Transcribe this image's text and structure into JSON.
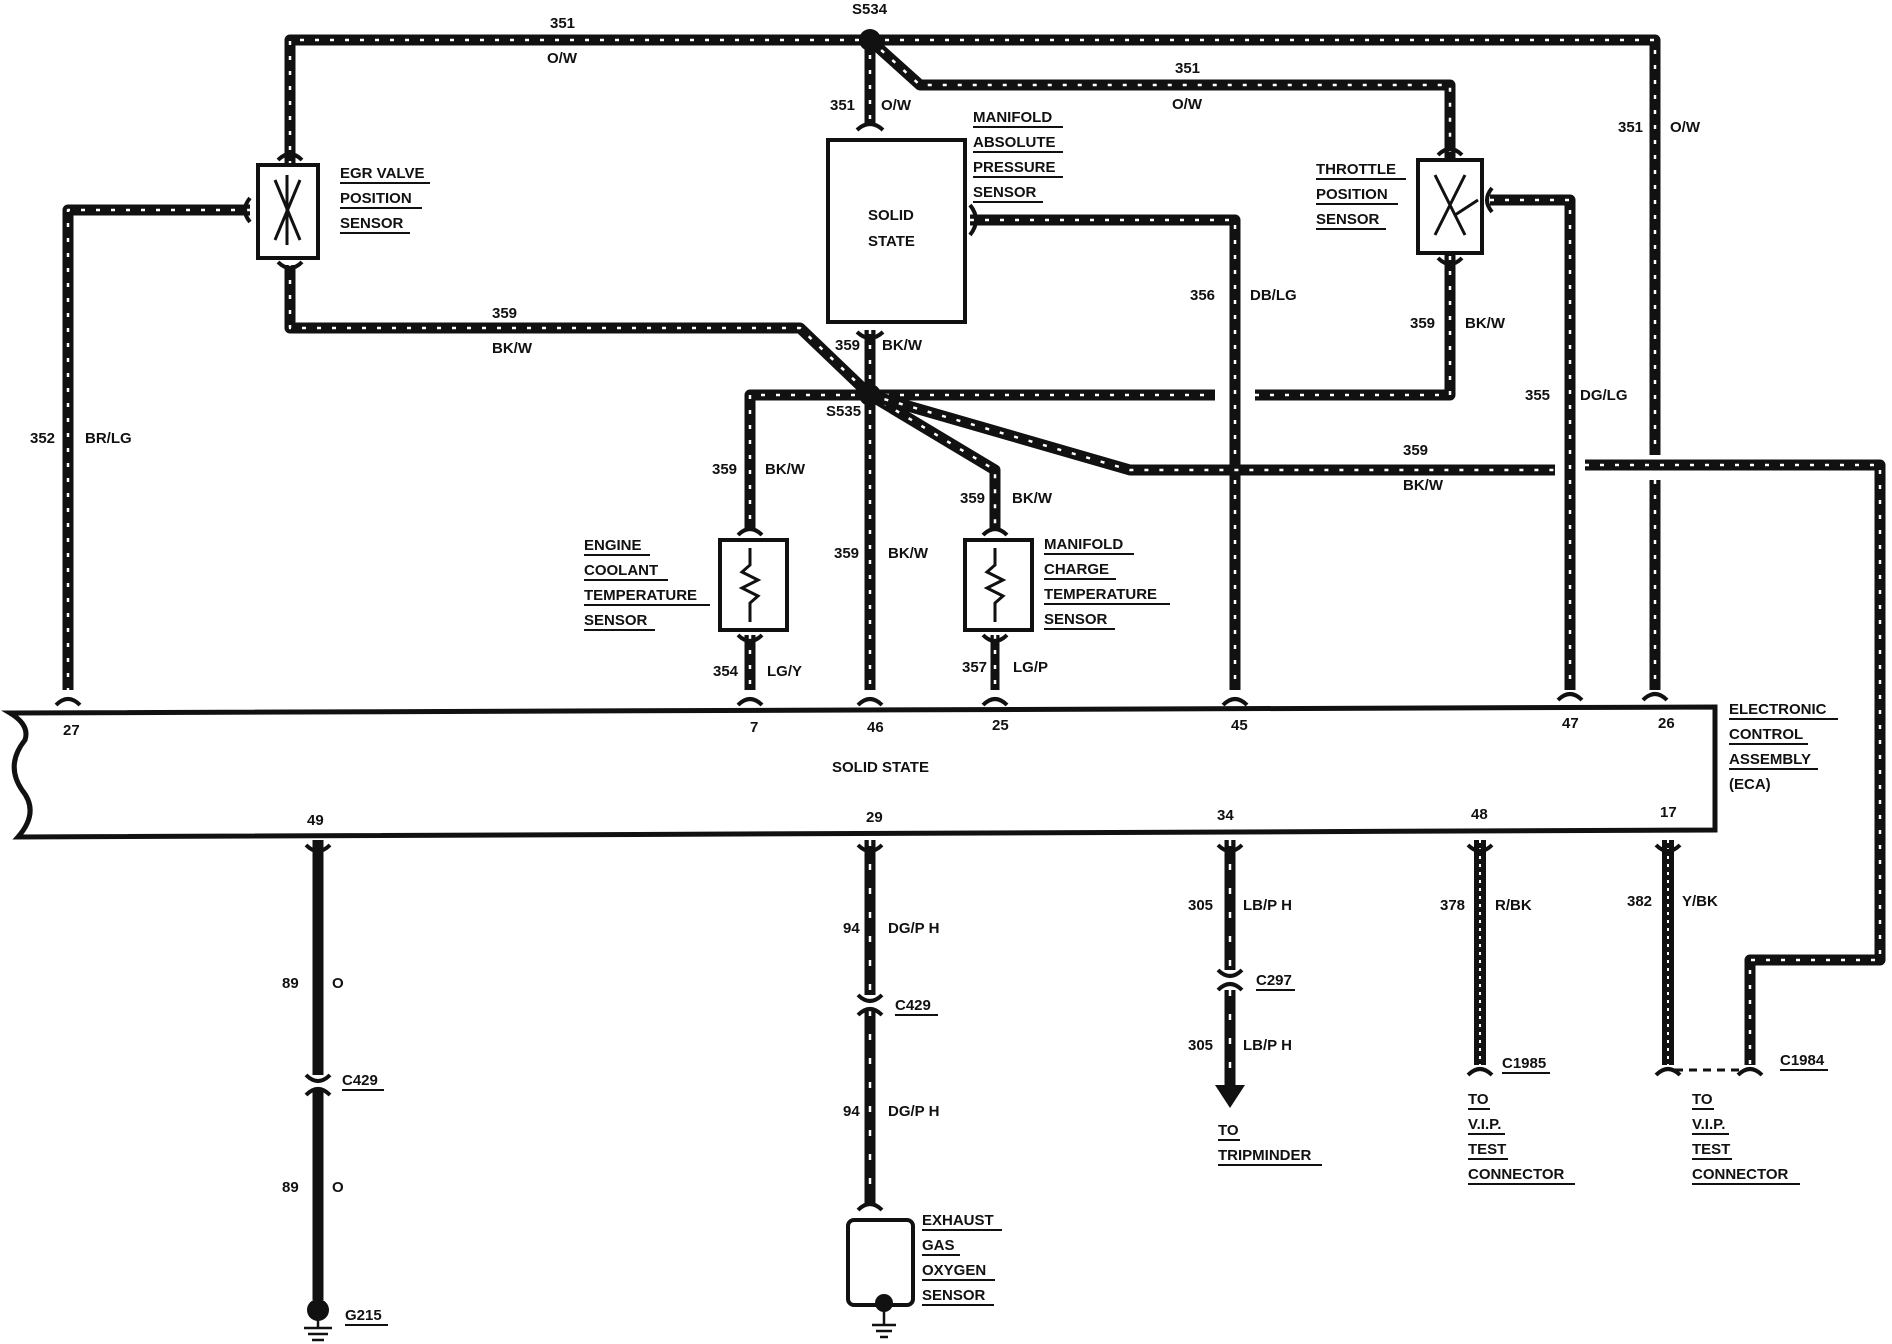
{
  "splices": {
    "s534": "S534",
    "s535": "S535"
  },
  "components": {
    "egr": [
      "EGR VALVE",
      "POSITION",
      "SENSOR"
    ],
    "map": [
      "MANIFOLD",
      "ABSOLUTE",
      "PRESSURE",
      "SENSOR"
    ],
    "map_body": [
      "SOLID",
      "STATE"
    ],
    "tps": [
      "THROTTLE",
      "POSITION",
      "SENSOR"
    ],
    "ect": [
      "ENGINE",
      "COOLANT",
      "TEMPERATURE",
      "SENSOR"
    ],
    "mct": [
      "MANIFOLD",
      "CHARGE",
      "TEMPERATURE",
      "SENSOR"
    ],
    "eca": [
      "ELECTRONIC",
      "CONTROL",
      "ASSEMBLY",
      "(ECA)"
    ],
    "eca_body": "SOLID STATE",
    "ego": [
      "EXHAUST",
      "GAS",
      "OXYGEN",
      "SENSOR"
    ]
  },
  "wires": {
    "w351_top_num": "351",
    "w351_top_col": "O/W",
    "w351_mid_num": "351",
    "w351_mid_col": "O/W",
    "w351_tps_num": "351",
    "w351_tps_col": "O/W",
    "w351_right_num": "351",
    "w351_right_col": "O/W",
    "w352_num": "352",
    "w352_col": "BR/LG",
    "w359_egr_num": "359",
    "w359_egr_col": "BK/W",
    "w359_map_num": "359",
    "w359_map_col": "BK/W",
    "w356_num": "356",
    "w356_col": "DB/LG",
    "w359_tps_num": "359",
    "w359_tps_col": "BK/W",
    "w355_num": "355",
    "w355_col": "DG/LG",
    "w359_ect_num": "359",
    "w359_ect_col": "BK/W",
    "w359_46_num": "359",
    "w359_46_col": "BK/W",
    "w359_mct_num": "359",
    "w359_mct_col": "BK/W",
    "w359_long_num": "359",
    "w359_long_col": "BK/W",
    "w354_num": "354",
    "w354_col": "LG/Y",
    "w357_num": "357",
    "w357_col": "LG/P",
    "w89a_num": "89",
    "w89a_col": "O",
    "w89b_num": "89",
    "w89b_col": "O",
    "w94a_num": "94",
    "w94a_col": "DG/P H",
    "w94b_num": "94",
    "w94b_col": "DG/P H",
    "w305a_num": "305",
    "w305a_col": "LB/P H",
    "w305b_num": "305",
    "w305b_col": "LB/P H",
    "w378_num": "378",
    "w378_col": "R/BK",
    "w382_num": "382",
    "w382_col": "Y/BK"
  },
  "pins": {
    "p27": "27",
    "p7": "7",
    "p46": "46",
    "p25": "25",
    "p45": "45",
    "p47": "47",
    "p26": "26",
    "p49": "49",
    "p29": "29",
    "p34": "34",
    "p48": "48",
    "p17": "17"
  },
  "connectors": {
    "c429a": "C429",
    "c429b": "C429",
    "c297": "C297",
    "c1985": "C1985",
    "c1984": "C1984",
    "g215": "G215"
  },
  "destinations": {
    "tripminder": [
      "TO",
      "TRIPMINDER"
    ],
    "vip1": [
      "TO",
      "V.I.P.",
      "TEST",
      "CONNECTOR"
    ],
    "vip2": [
      "TO",
      "V.I.P.",
      "TEST",
      "CONNECTOR"
    ]
  }
}
